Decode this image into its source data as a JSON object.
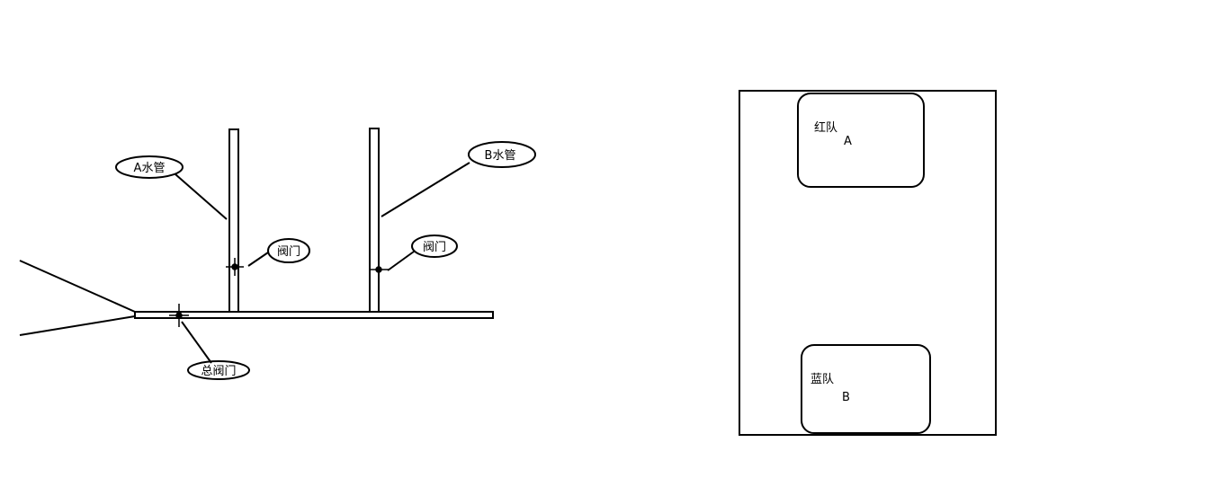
{
  "pipe_diagram": {
    "pipe_a_label": "A水管",
    "pipe_b_label": "B水管",
    "valve_a_label": "阀门",
    "valve_b_label": "阀门",
    "main_valve_label": "总阀门"
  },
  "field_diagram": {
    "red_team_label": "红队",
    "red_team_letter": "A",
    "blue_team_label": "蓝队",
    "blue_team_letter": "B"
  }
}
